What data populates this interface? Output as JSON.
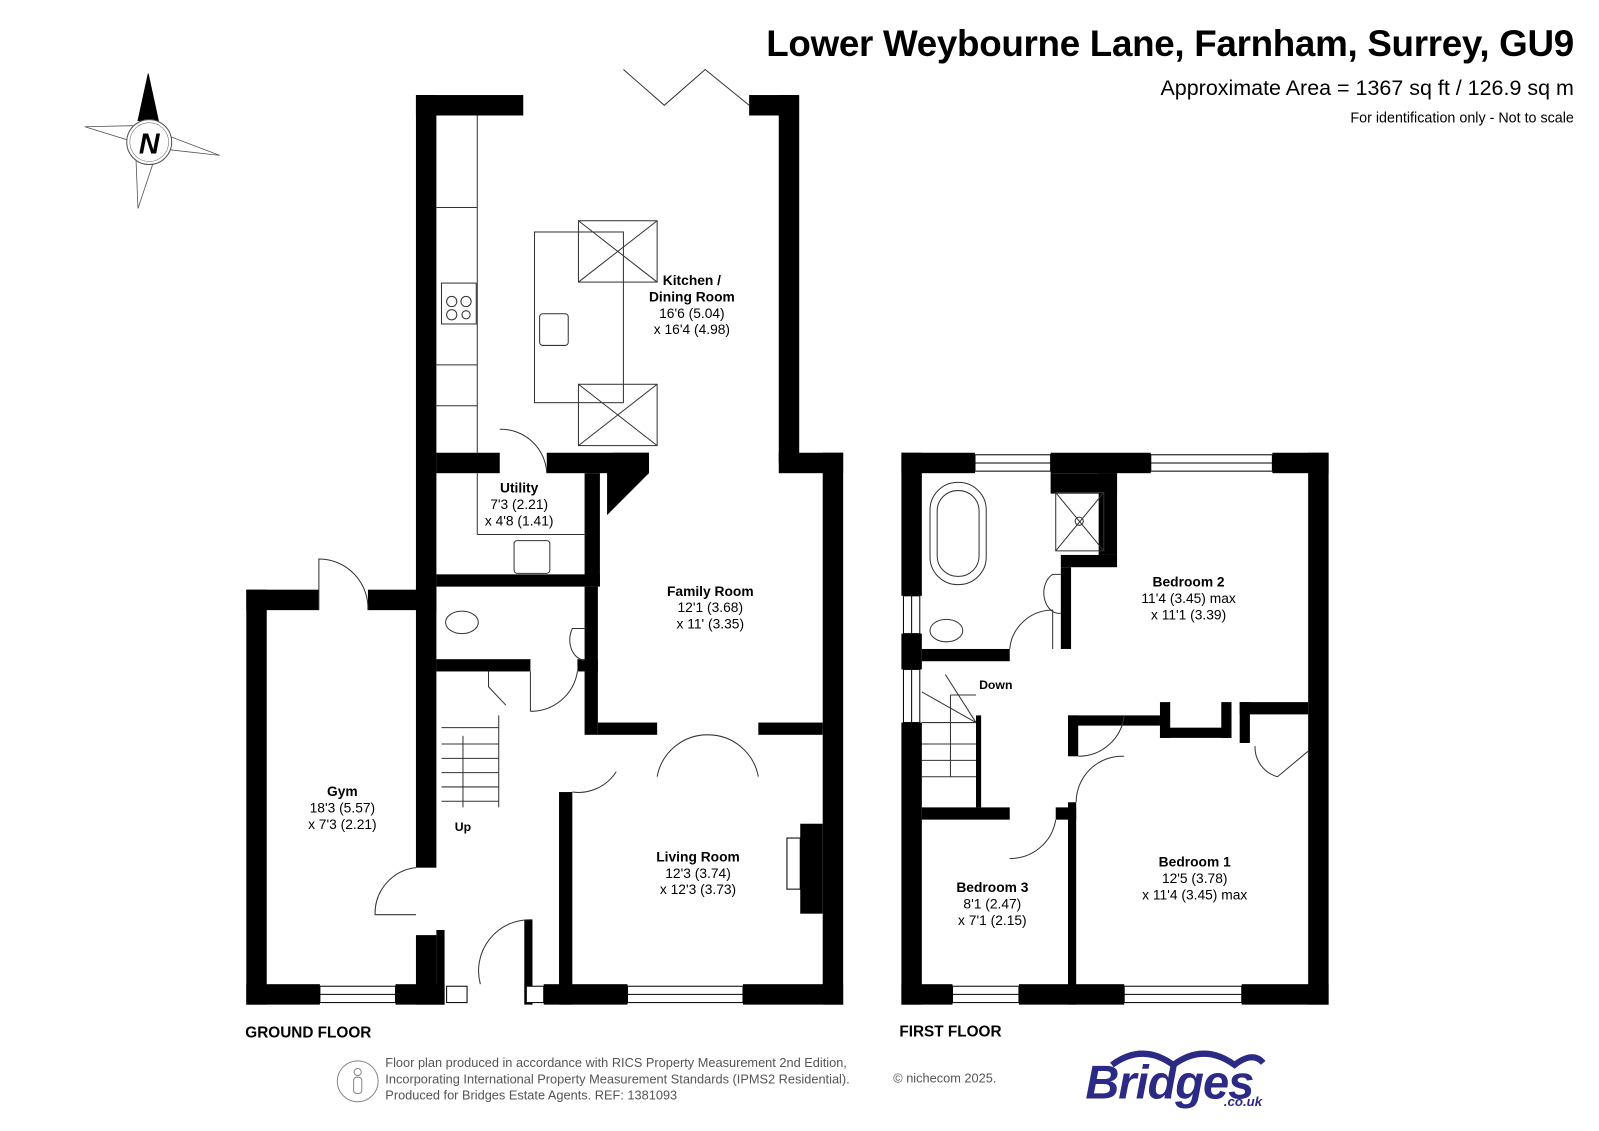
{
  "header": {
    "title": "Lower Weybourne Lane, Farnham, Surrey, GU9",
    "approx_area": "Approximate Area = 1367 sq ft / 126.9 sq m",
    "disclaimer": "For identification only - Not to scale"
  },
  "compass": {
    "label": "N",
    "icon": "compass-rose-icon"
  },
  "floors": [
    {
      "label": "GROUND FLOOR",
      "rooms": [
        {
          "name": "Kitchen /",
          "name2": "Dining Room",
          "dim1": "16'6 (5.04)",
          "dim2": "x 16'4 (4.98)"
        },
        {
          "name": "Utility",
          "dim1": "7'3 (2.21)",
          "dim2": "x 4'8 (1.41)"
        },
        {
          "name": "Family Room",
          "dim1": "12'1 (3.68)",
          "dim2": "x 11' (3.35)"
        },
        {
          "name": "Gym",
          "dim1": "18'3 (5.57)",
          "dim2": "x 7'3 (2.21)"
        },
        {
          "name": "Living Room",
          "dim1": "12'3 (3.74)",
          "dim2": "x 12'3 (3.73)"
        }
      ],
      "stairs_label": "Up"
    },
    {
      "label": "FIRST FLOOR",
      "rooms": [
        {
          "name": "Bedroom 2",
          "dim1": "11'4 (3.45) max",
          "dim2": "x 11'1 (3.39)"
        },
        {
          "name": "Bedroom 3",
          "dim1": "8'1 (2.47)",
          "dim2": "x 7'1 (2.15)"
        },
        {
          "name": "Bedroom 1",
          "dim1": "12'5 (3.78)",
          "dim2": "x 11'4 (3.45) max"
        }
      ],
      "stairs_label": "Down"
    }
  ],
  "footer": {
    "line1": "Floor plan produced in accordance with RICS Property Measurement 2nd Edition,",
    "line2": "Incorporating International Property Measurement Standards (IPMS2 Residential).",
    "line3": "Produced for Bridges Estate Agents.   REF: 1381093",
    "copyright": "© nichecom 2025.",
    "badge_icon": "person-measure-icon"
  },
  "logo": {
    "text": "Bridges",
    "sub": ".co.uk",
    "color": "#2b2a85"
  }
}
